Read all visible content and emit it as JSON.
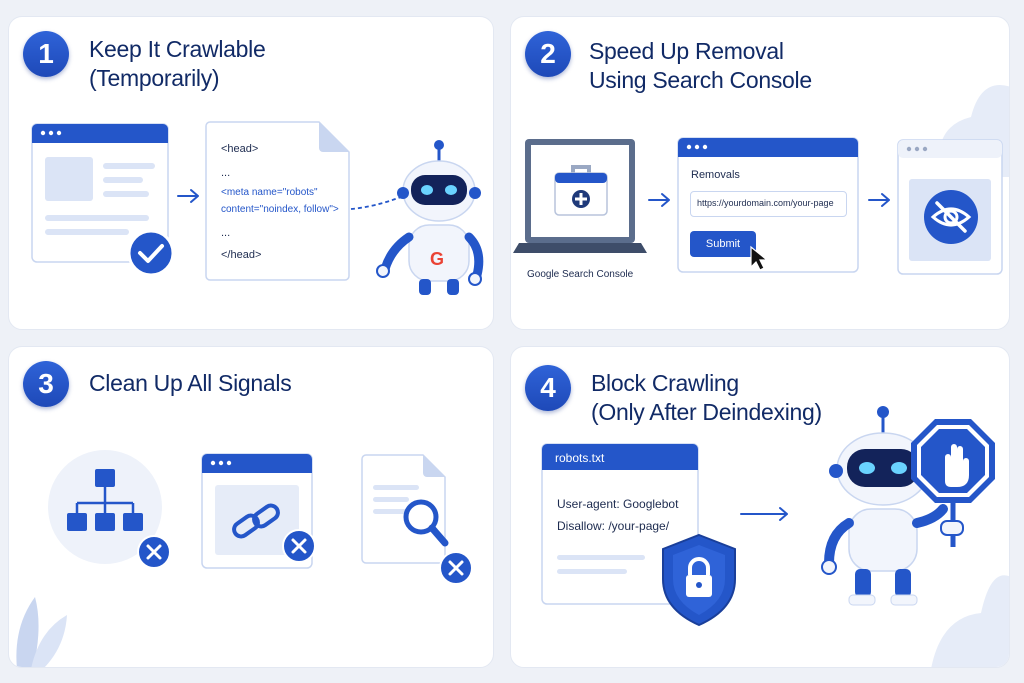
{
  "steps": [
    {
      "number": "1",
      "title_line1": "Keep It Crawlable",
      "title_line2": "(Temporarily)"
    },
    {
      "number": "2",
      "title_line1": "Speed Up Removal",
      "title_line2": "Using Search Console"
    },
    {
      "number": "3",
      "title_line1": "Clean Up All Signals",
      "title_line2": ""
    },
    {
      "number": "4",
      "title_line1": "Block Crawling",
      "title_line2": "(Only After Deindexing)"
    }
  ],
  "step1": {
    "code_lines": [
      "<head>",
      "...",
      "<meta name=\"robots\"",
      "content=\"noindex, follow\">",
      "...",
      "</head>"
    ],
    "robot_logo": "G"
  },
  "step2": {
    "console_label": "Google Search Console",
    "removals_title": "Removals",
    "url_value": "https://yourdomain.com/your-page",
    "submit_label": "Submit"
  },
  "step4": {
    "file_title": "robots.txt",
    "line1": "User-agent: Googlebot",
    "line2": "Disallow: /your-page/"
  },
  "colors": {
    "primary": "#2456c9",
    "dark": "#112a66",
    "light": "#dde6f8"
  },
  "icons": [
    "check-icon",
    "arrow-right-icon",
    "robot-icon",
    "toolbox-icon",
    "cursor-icon",
    "eye-slash-icon",
    "sitemap-icon",
    "link-icon",
    "search-icon",
    "close-icon",
    "lock-shield-icon",
    "stop-hand-icon"
  ]
}
